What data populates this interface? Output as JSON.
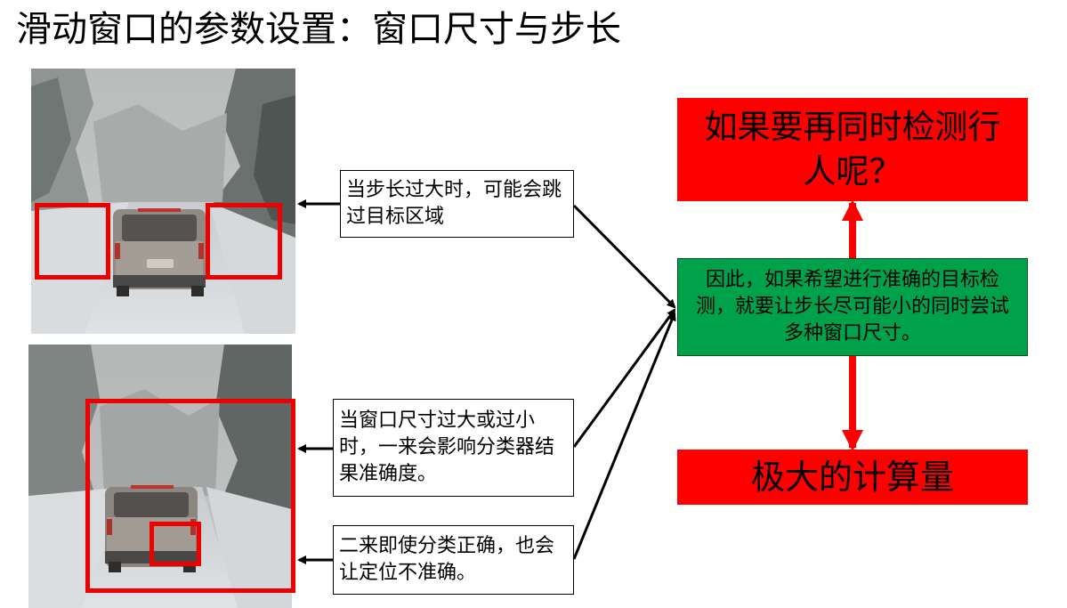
{
  "title": "滑动窗口的参数设置：窗口尺寸与步长",
  "notes": {
    "step": "当步长过大时，可能会跳过目标区域",
    "size": "当窗口尺寸过大或过小时，一来会影响分类器结果准确度。",
    "locate": "二来即使分类正确，也会让定位不准确。"
  },
  "conclusion": "因此，如果希望进行准确的目标检测，就要让步长尽可能小的同时尝试多种窗口尺寸。",
  "question": "如果要再同时检测行人呢？",
  "result": "极大的计算量",
  "colors": {
    "window_box": "#ef0000",
    "red_box": "#ff0000",
    "green_box": "#00a14b"
  }
}
